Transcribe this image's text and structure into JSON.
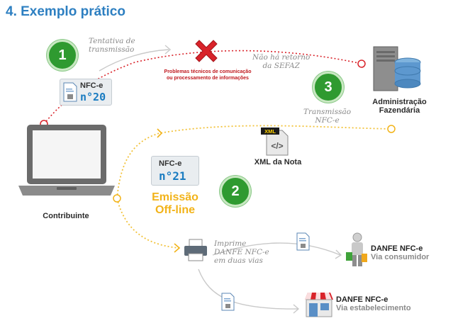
{
  "title": "4.  Exemplo prático",
  "steps": {
    "one": "1",
    "two": "2",
    "three": "3"
  },
  "notes": {
    "tentativa_1": "Tentativa de",
    "tentativa_2": "transmissão",
    "nao_ha_1": "Não há retorno",
    "nao_ha_2": "da SEFAZ",
    "transmissao_1": "Transmissão",
    "transmissao_2": "NFC-e",
    "imprime_1": "Imprime",
    "imprime_2": "DANFE NFC-e",
    "imprime_3": "em duas vias"
  },
  "error": {
    "line1": "Problemas técnicos de comunicação",
    "line2": "ou processamento de informações"
  },
  "nfce20": {
    "label": "NFC-e",
    "number": "n°20"
  },
  "nfce21": {
    "label": "NFC-e",
    "number": "n°21"
  },
  "emissao": {
    "line1": "Emissão",
    "line2": "Off-line"
  },
  "admin": {
    "line1": "Administração",
    "line2": "Fazendária"
  },
  "xml": {
    "badge": "XML",
    "caption": "XML da Nota"
  },
  "contribuinte": "Contribuinte",
  "danfe_consumidor": {
    "title": "DANFE NFC-e",
    "sub": "Via consumidor"
  },
  "danfe_estabelecimento": {
    "title": "DANFE NFC-e",
    "sub": "Via estabelecimento"
  },
  "colors": {
    "title": "#2d7fc1",
    "green": "#2f9a30",
    "red": "#d9232a",
    "orange": "#f2b319",
    "blue_num": "#1a7cc1"
  }
}
